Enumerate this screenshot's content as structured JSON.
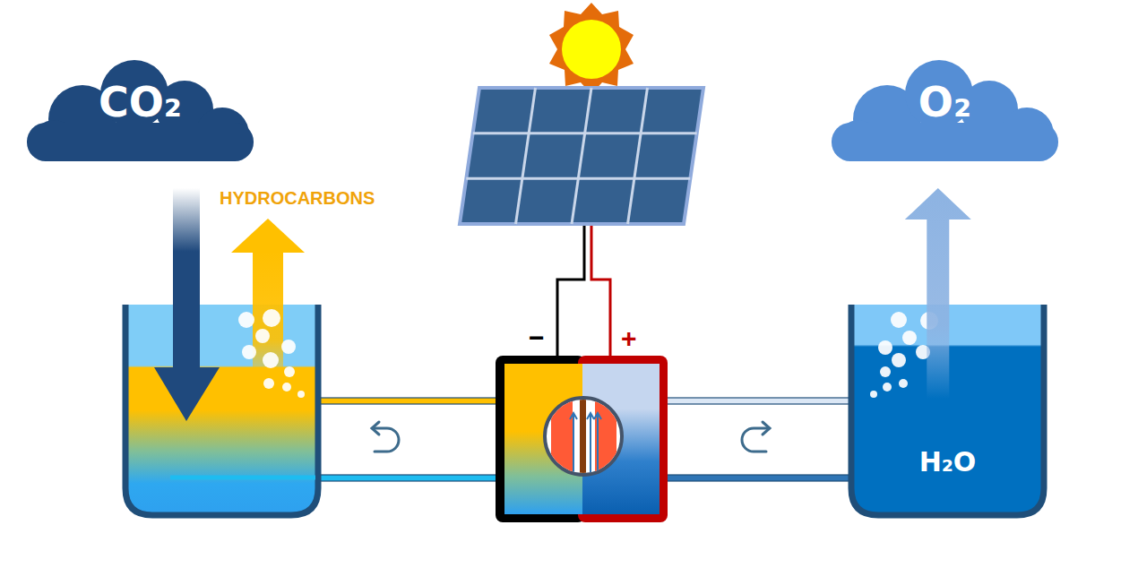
{
  "diagram": {
    "nodes": [
      {
        "text": [
          "CO₂"
        ]
      },
      {
        "text": [
          "O₂"
        ]
      },
      {
        "text": [
          "H₂O"
        ]
      }
    ],
    "edges": [
      {
        "from": 2,
        "to": 1,
        "arrow": "to"
      }
    ],
    "labels": [
      "HYDROCARBONS",
      "−",
      "+"
    ]
  }
}
